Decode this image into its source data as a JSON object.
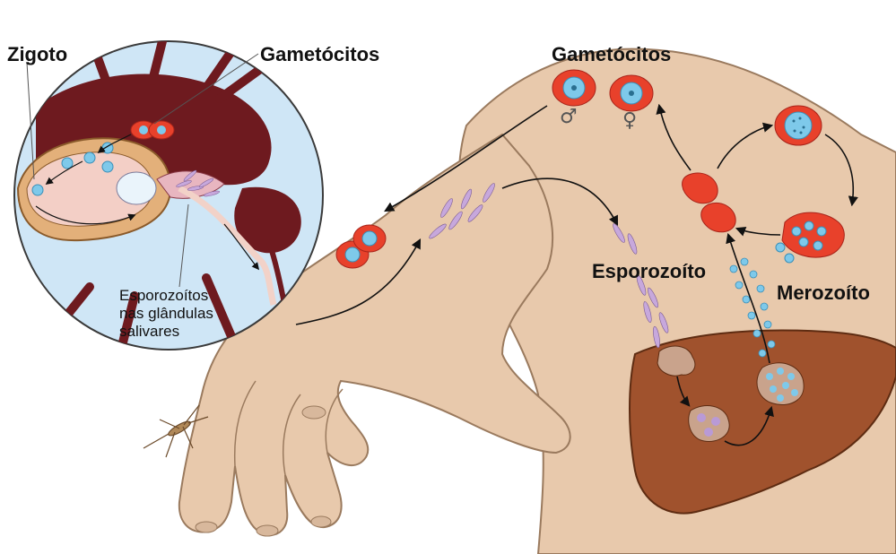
{
  "labels": {
    "zigoto": "Zigoto",
    "gametocitos_mosquito": "Gametócitos",
    "gametocitos_humano": "Gametócitos",
    "esporozoito": "Esporozoíto",
    "merozoito": "Merozoíto",
    "glandulas_1": "Esporozoítos",
    "glandulas_2": "nas glândulas",
    "glandulas_3": "salivares"
  },
  "symbols": {
    "male": "♂",
    "female": "♀"
  },
  "colors": {
    "skin": "#e8c9ac",
    "skin_outline": "#9a7a5e",
    "liver": "#a0522d",
    "liver_outline": "#5e2c12",
    "inset_bg": "#cfe6f6",
    "mosquito": "#6e1a1f",
    "red_cell": "#e8412b",
    "parasite": "#7ec9ea",
    "sporozoite": "#c7a8dc"
  }
}
